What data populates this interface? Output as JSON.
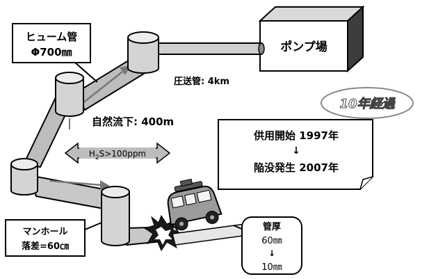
{
  "pipe_label": {
    "line1": "ヒューム管",
    "line2": "Φ700㎜"
  },
  "pump_station": "ポンプ場",
  "force_main": "圧送管: 4km",
  "gravity_flow": "自然流下: 400m",
  "gas": {
    "prefix": "H",
    "subscript": "2",
    "suffix": "S>100ppm"
  },
  "elapsed": "10年経過",
  "timeline": {
    "start": "供用開始 1997年",
    "arrow": "↓",
    "end": "陥没発生 2007年"
  },
  "manhole": {
    "line1": "マンホール",
    "line2": "落差=60㎝"
  },
  "thickness": {
    "title": "管厚",
    "before": "60㎜",
    "arrow": "↓",
    "after": "10㎜"
  }
}
